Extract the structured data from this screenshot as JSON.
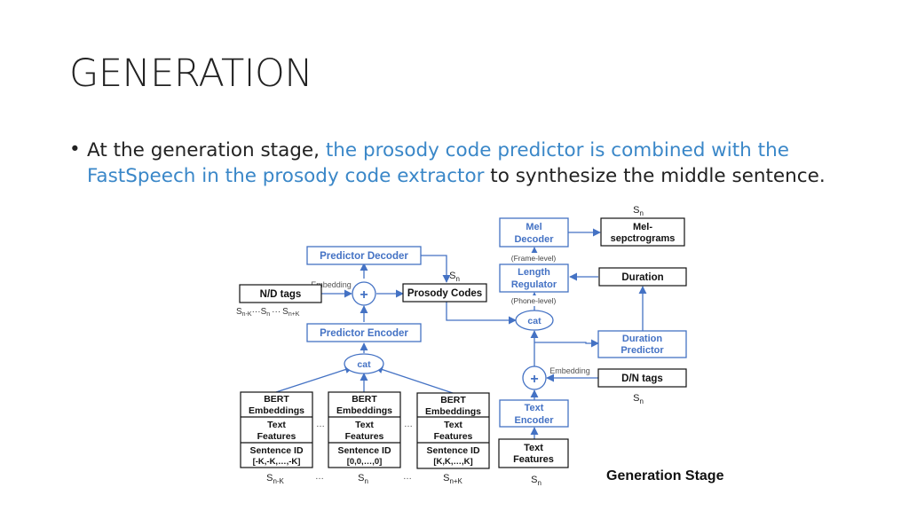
{
  "slide": {
    "title": "GENERATION",
    "bullet": {
      "part1": "At the generation stage, ",
      "highlight": "the prosody code predictor is combined with the FastSpeech in the prosody code extractor",
      "part2": " to synthesize the middle sentence."
    },
    "stage_label": "Generation Stage"
  },
  "colors": {
    "blue": "#4472c4",
    "highlight": "#3a87c8",
    "text": "#222222"
  },
  "predictor": {
    "decoder": "Predictor Decoder",
    "encoder": "Predictor Encoder",
    "cat": "cat",
    "plus": "+",
    "embedding": "Embedding",
    "nd_tags": "N/D tags",
    "sn_top": "S",
    "sn_top_sub": "n",
    "prosody_codes": "Prosody Codes",
    "seq_label": {
      "a": "S",
      "a_sub": "n-K",
      "d1": "···",
      "b": "S",
      "b_sub": "n",
      "d2": "···",
      "c": "S",
      "c_sub": "n+K"
    },
    "columns": [
      {
        "bert": [
          "BERT",
          "Embeddings"
        ],
        "text": [
          "Text",
          "Features"
        ],
        "sid": [
          "Sentence ID",
          "[-K,-K,…,-K]"
        ],
        "s": "S",
        "sub": "n-K"
      },
      {
        "bert": [
          "BERT",
          "Embeddings"
        ],
        "text": [
          "Text",
          "Features"
        ],
        "sid": [
          "Sentence ID",
          "[0,0,…,0]"
        ],
        "s": "S",
        "sub": "n"
      },
      {
        "bert": [
          "BERT",
          "Embeddings"
        ],
        "text": [
          "Text",
          "Features"
        ],
        "sid": [
          "Sentence ID",
          "[K,K,…,K]"
        ],
        "s": "S",
        "sub": "n+K"
      }
    ],
    "dots": "…"
  },
  "fastspeech": {
    "mel_decoder": [
      "Mel",
      "Decoder"
    ],
    "mel_spectrograms": [
      "Mel-",
      "sepctrograms"
    ],
    "frame_level": "(Frame-level)",
    "length_regulator": [
      "Length",
      "Regulator"
    ],
    "phone_level": "(Phone-level)",
    "duration": "Duration",
    "cat": "cat",
    "duration_predictor": [
      "Duration",
      "Predictor"
    ],
    "plus": "+",
    "embedding": "Embedding",
    "dn_tags": "D/N tags",
    "text_encoder": [
      "Text",
      "Encoder"
    ],
    "text_features": [
      "Text",
      "Features"
    ],
    "sn_top": "S",
    "sn_top_sub": "n",
    "sn_dn": "S",
    "sn_dn_sub": "n",
    "sn_bottom": "S",
    "sn_bottom_sub": "n"
  }
}
